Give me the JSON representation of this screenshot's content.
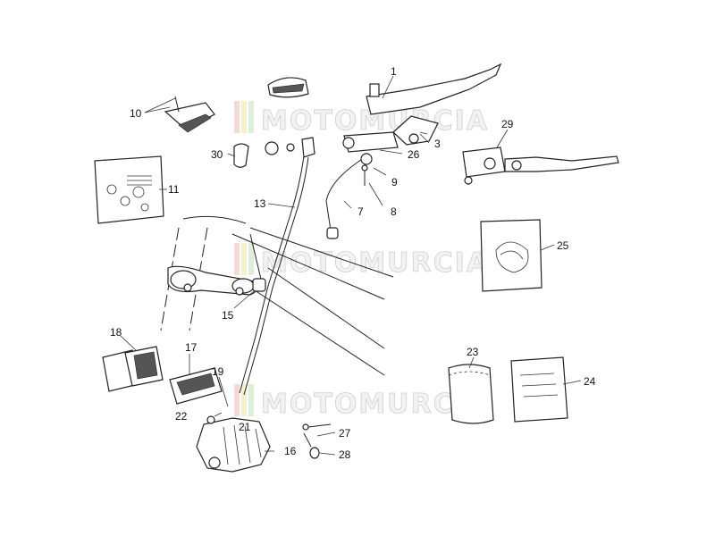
{
  "watermark": {
    "text": "MOTOMURCIA",
    "stripe_colors": [
      "#f5d9d9",
      "#f7f0c8",
      "#dcefd9"
    ]
  },
  "callouts": [
    {
      "id": "1",
      "label": "1"
    },
    {
      "id": "3",
      "label": "3"
    },
    {
      "id": "7",
      "label": "7"
    },
    {
      "id": "8",
      "label": "8"
    },
    {
      "id": "9",
      "label": "9"
    },
    {
      "id": "10",
      "label": "10"
    },
    {
      "id": "11",
      "label": "11"
    },
    {
      "id": "13",
      "label": "13"
    },
    {
      "id": "15",
      "label": "15"
    },
    {
      "id": "16",
      "label": "16"
    },
    {
      "id": "17",
      "label": "17"
    },
    {
      "id": "18",
      "label": "18"
    },
    {
      "id": "19",
      "label": "19"
    },
    {
      "id": "21",
      "label": "21"
    },
    {
      "id": "22",
      "label": "22"
    },
    {
      "id": "23",
      "label": "23"
    },
    {
      "id": "24",
      "label": "24"
    },
    {
      "id": "25",
      "label": "25"
    },
    {
      "id": "26",
      "label": "26"
    },
    {
      "id": "27",
      "label": "27"
    },
    {
      "id": "28",
      "label": "28"
    },
    {
      "id": "29",
      "label": "29"
    },
    {
      "id": "30",
      "label": "30"
    }
  ]
}
